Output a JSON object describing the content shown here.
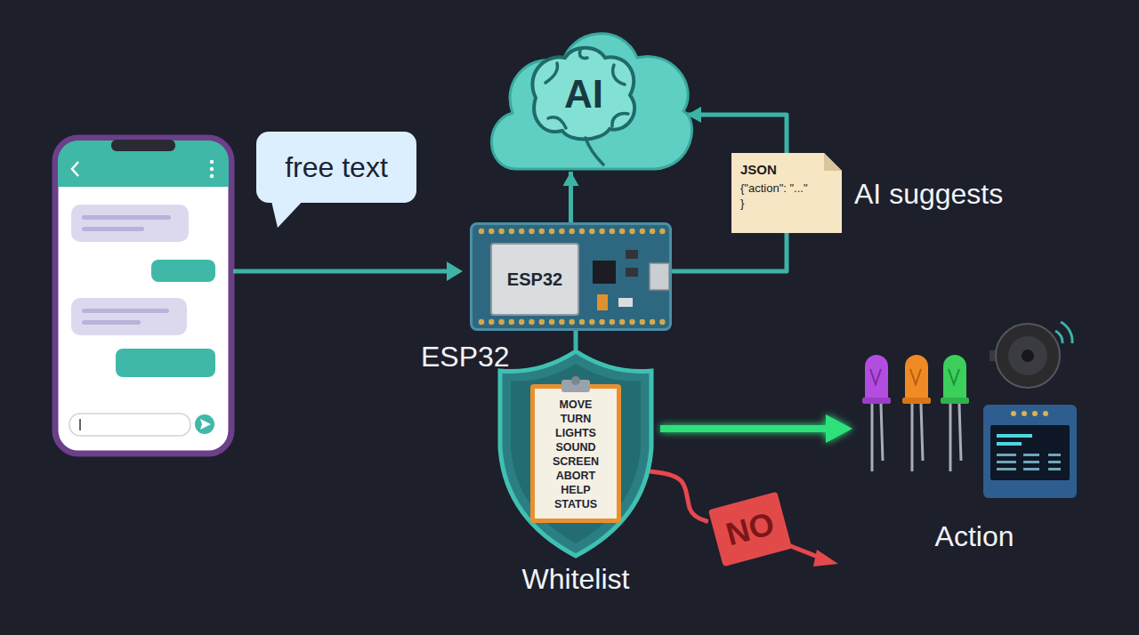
{
  "diagram": {
    "nodes": [
      {
        "text": [
          "AI"
        ]
      },
      {
        "text": [
          "free text"
        ]
      },
      {
        "text": [
          "JSON",
          "{\"action\": \"...\"",
          "}"
        ]
      },
      {
        "text": [
          "ESP32"
        ]
      },
      {
        "text": [
          "ESP32"
        ],
        "in": 3
      },
      {
        "text": [
          "Whitelist"
        ]
      },
      {
        "text": [
          "MOVE",
          "TURN",
          "LIGHTS",
          "SOUND",
          "SCREEN",
          "ABORT",
          "HELP",
          "STATUS"
        ],
        "in": 5
      },
      {
        "text": [
          "NO"
        ]
      }
    ],
    "edges": [
      {
        "from": 3,
        "to": 0,
        "arrow": "to"
      },
      {
        "from": 3,
        "to": 2,
        "arrow": "none"
      },
      {
        "from": 2,
        "to": 0,
        "arrow": "to"
      },
      {
        "from": 5,
        "to": 3,
        "arrow": "none"
      },
      {
        "from": 5,
        "to": 7,
        "arrow": "none"
      }
    ],
    "labels": [
      "AI suggests",
      "Action"
    ]
  }
}
